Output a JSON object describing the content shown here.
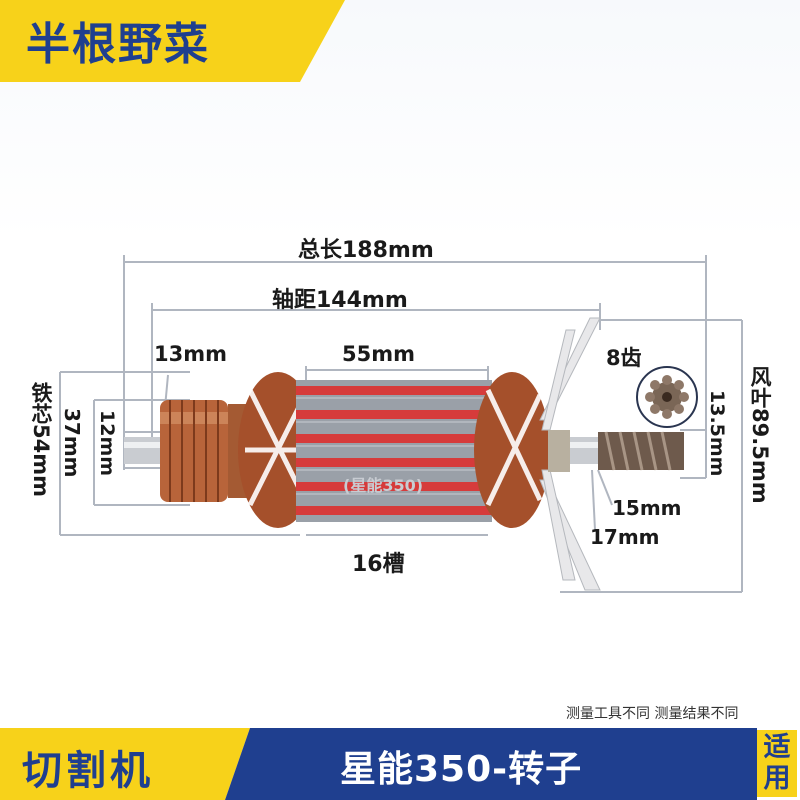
{
  "brand": {
    "name": "半根野菜"
  },
  "dimensions": {
    "total_length": "总长188mm",
    "axis_distance": "轴距144mm",
    "commutator_width": "13mm",
    "core_length": "55mm",
    "teeth": "8齿",
    "core_diameter": "铁芯54mm",
    "diameter_37": "37mm",
    "diameter_12": "12mm",
    "diameter_13_5": "13.5mm",
    "diameter_15": "15mm",
    "diameter_17": "17mm",
    "fan_diameter": "风叶89.5mm",
    "slots": "16槽"
  },
  "product": {
    "core_marking": "(星能350)",
    "category": "切割机",
    "model": "星能350-转子",
    "applies": "适用"
  },
  "note": "测量工具不同 测量结果不同",
  "colors": {
    "brand_yellow": "#f7d21a",
    "brand_blue": "#1f3f8f",
    "copper": "#b8643a",
    "dim_line": "#b0b6c0"
  }
}
